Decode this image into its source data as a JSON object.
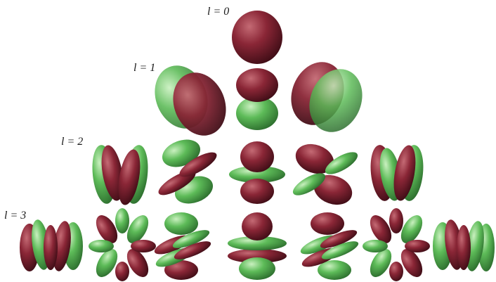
{
  "rows": [
    {
      "label": "l = 0",
      "count": 1
    },
    {
      "label": "l = 1",
      "count": 3
    },
    {
      "label": "l = 2",
      "count": 5
    },
    {
      "label": "l = 3",
      "count": 7
    }
  ],
  "colors": {
    "positive_lobe": "#7a1f2e",
    "negative_lobe": "#4caa4a",
    "background": "#ffffff"
  }
}
